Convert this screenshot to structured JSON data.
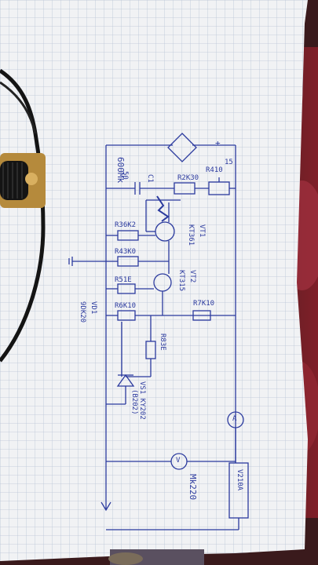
{
  "photo": {
    "subject": "hand-drawn circuit schematic on graph paper",
    "colors": {
      "paper": "#f1f2f4",
      "grid": "#b9c4d6",
      "ink": "#2b3a9e",
      "background_dark": "#3a1a1c",
      "background_red": "#8c1f2a",
      "knob_brass": "#b58a3c",
      "knob_black": "#141414"
    }
  },
  "schematic": {
    "labels": {
      "c1_value": "50",
      "c1_name": "C1",
      "c1_extra": "600Mk",
      "r2": "R2K30",
      "r4": "R410",
      "r4_val": "15",
      "r3": "R36K2",
      "vt1": "VT1",
      "vt1_type": "KT361",
      "r4b": "R43K0",
      "r5": "R51E",
      "vt2": "VT2",
      "vt2_type": "KT315",
      "r6": "R6K10",
      "r7": "R7K10",
      "r8": "R83E",
      "vd1": "VD1",
      "vd1_type": "9DK20",
      "vs1": "VS1 KY202",
      "vs1_sub": "(B202)",
      "ammeter": "A",
      "voltmeter": "V",
      "psu": "V210A",
      "load": "Mk220",
      "plus": "+"
    }
  }
}
